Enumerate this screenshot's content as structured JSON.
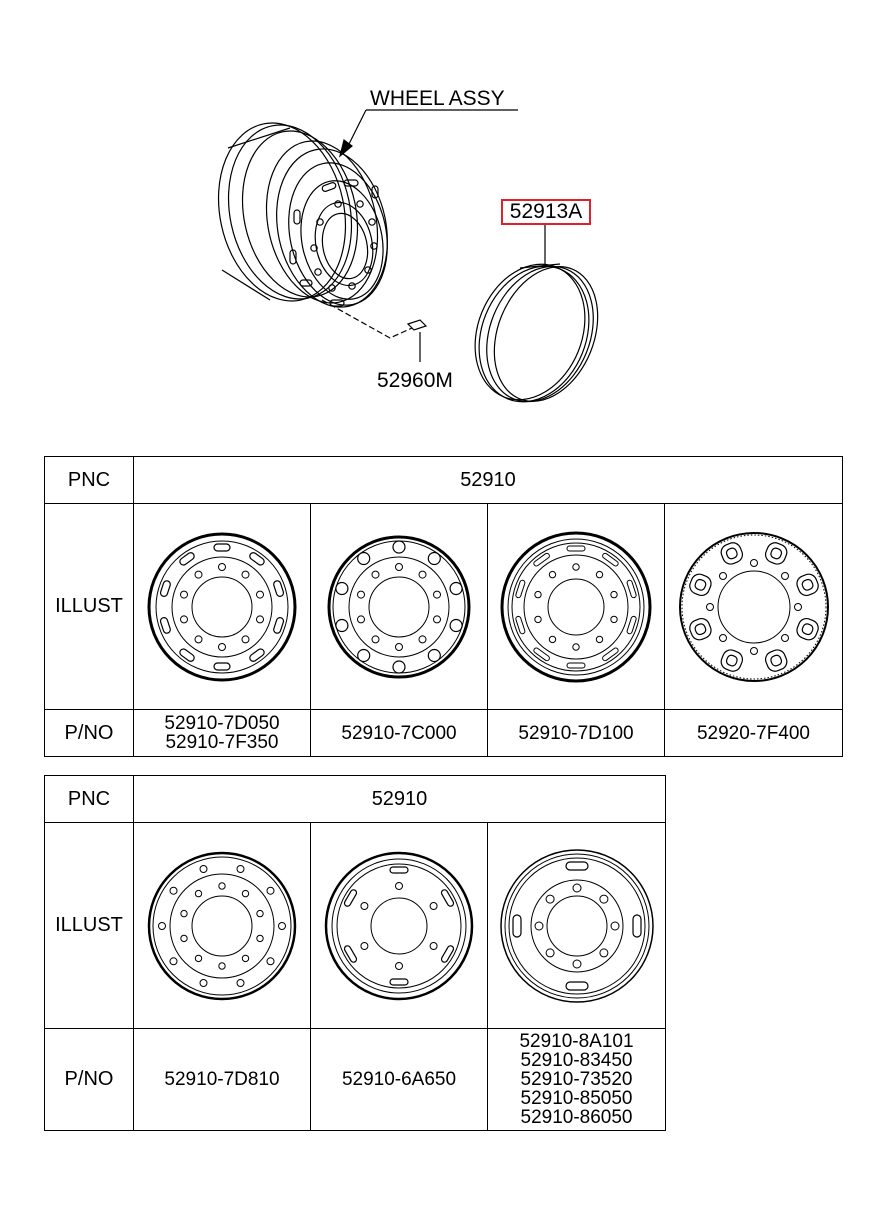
{
  "exploded_view": {
    "wheel_assy_label": "WHEEL ASSY",
    "ring_part_label": "52913A",
    "valve_part_label": "52960M",
    "highlight_color": "#e0202a"
  },
  "tables": [
    {
      "row_headers": {
        "pnc": "PNC",
        "illust": "ILLUST",
        "pno": "P/NO"
      },
      "pnc_value": "52910",
      "columns": [
        {
          "style": "slot-rim",
          "part_numbers": [
            "52910-7D050",
            "52910-7F350"
          ]
        },
        {
          "style": "round-hole-rim",
          "part_numbers": [
            "52910-7C000"
          ]
        },
        {
          "style": "double-ring-rim",
          "part_numbers": [
            "52910-7D100"
          ]
        },
        {
          "style": "big-slot-rim",
          "part_numbers": [
            "52920-7F400"
          ]
        }
      ]
    },
    {
      "row_headers": {
        "pnc": "PNC",
        "illust": "ILLUST",
        "pno": "P/NO"
      },
      "pnc_value": "52910",
      "columns": [
        {
          "style": "small-hole-rim",
          "part_numbers": [
            "52910-7D810"
          ]
        },
        {
          "style": "six-slot-rim",
          "part_numbers": [
            "52910-6A650"
          ]
        },
        {
          "style": "four-slot-rim",
          "part_numbers": [
            "52910-8A101",
            "52910-83450",
            "52910-73520",
            "52910-85050",
            "52910-86050"
          ]
        }
      ]
    }
  ]
}
